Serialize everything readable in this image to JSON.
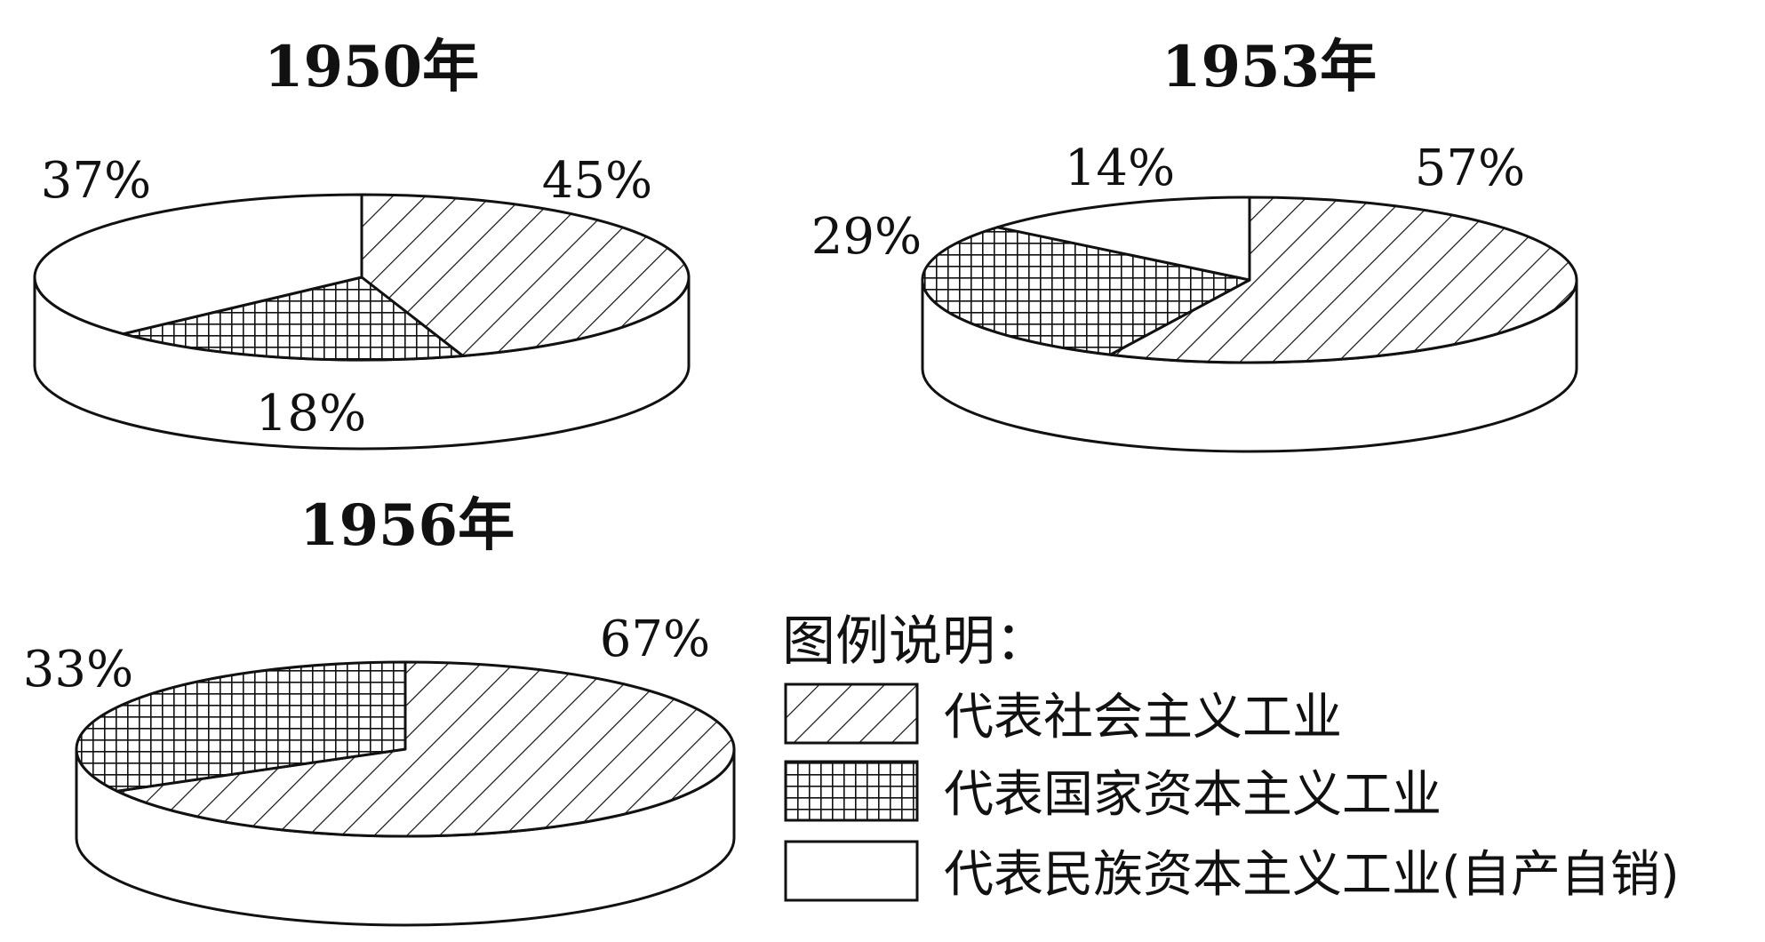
{
  "legend": {
    "title": "图例说明：",
    "items": [
      {
        "label": "代表社会主义工业",
        "pattern": "hatch"
      },
      {
        "label": "代表国家资本主义工业",
        "pattern": "grid"
      },
      {
        "label": "代表民族资本主义工业(自产自销)",
        "pattern": "blank"
      }
    ]
  },
  "chart_data": [
    {
      "type": "pie",
      "title": "1950年",
      "style": "3d",
      "categories": [
        "代表社会主义工业",
        "代表国家资本主义工业",
        "代表民族资本主义工业(自产自销)"
      ],
      "values": [
        45,
        18,
        37
      ],
      "labels": [
        "45%",
        "18%",
        "37%"
      ]
    },
    {
      "type": "pie",
      "title": "1953年",
      "style": "3d",
      "categories": [
        "代表社会主义工业",
        "代表国家资本主义工业",
        "代表民族资本主义工业(自产自销)"
      ],
      "values": [
        57,
        29,
        14
      ],
      "labels": [
        "57%",
        "29%",
        "14%"
      ]
    },
    {
      "type": "pie",
      "title": "1956年",
      "style": "3d",
      "categories": [
        "代表社会主义工业",
        "代表国家资本主义工业"
      ],
      "values": [
        67,
        33
      ],
      "labels": [
        "67%",
        "33%"
      ]
    }
  ],
  "colors": {
    "stroke": "#111111",
    "fill": "#ffffff"
  }
}
